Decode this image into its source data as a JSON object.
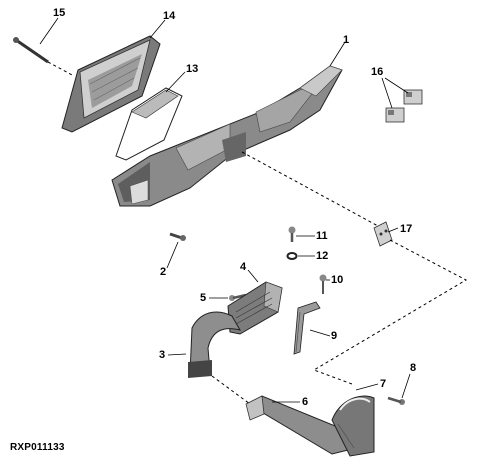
{
  "callouts": {
    "c1": "1",
    "c2": "2",
    "c3": "3",
    "c4": "4",
    "c5": "5",
    "c6": "6",
    "c7": "7",
    "c8": "8",
    "c9": "9",
    "c10": "10",
    "c11": "11",
    "c12": "12",
    "c13": "13",
    "c14": "14",
    "c15": "15",
    "c16": "16",
    "c17": "17"
  },
  "figure_id": "RXP011133",
  "colors": {
    "line": "#000000",
    "part_dark": "#6d6d6d",
    "part_mid": "#9a9a9a",
    "part_light": "#d4d4d4",
    "filter_white": "#ffffff"
  }
}
